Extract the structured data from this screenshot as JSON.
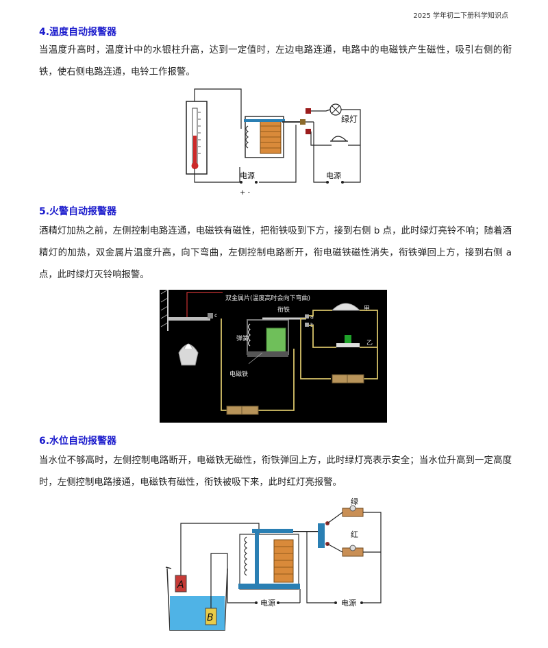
{
  "header": {
    "note": "2025 学年初二下册科学知识点"
  },
  "sections": [
    {
      "title": "4.温度自动报警器",
      "text": "当温度升高时，温度计中的水银柱升高，达到一定值时，左边电路连通，电路中的电磁铁产生磁性，吸引右侧的衔铁，使右侧电路连通，电铃工作报警。",
      "figure": {
        "green_lamp_label": "绿灯",
        "power_left_label": "电源",
        "power_right_label": "电源",
        "polarity_label": "+ -"
      }
    },
    {
      "title": "5.火警自动报警器",
      "text": "酒精灯加热之前，左侧控制电路连通，电磁铁有磁性，把衔铁吸到下方，接到右侧 b 点，此时绿灯亮铃不响；随着酒精灯的加热，双金属片温度升高，向下弯曲，左侧控制电路断开，衔电磁铁磁性消失，衔铁弹回上方，接到右侧 a 点，此时绿灯灭铃响报警。",
      "figure": {
        "bimetal_label": "双金属片(温度高时会向下弯曲)",
        "armature_label": "衔铁",
        "spring_label": "弹簧",
        "electromagnet_label": "电磁铁",
        "point_a": "a",
        "point_b": "b",
        "point_c": "c",
        "jia_label": "甲",
        "yi_label": "乙"
      }
    },
    {
      "title": "6.水位自动报警器",
      "text": "当水位不够高时，左侧控制电路断开，电磁铁无磁性，衔铁弹回上方，此时绿灯亮表示安全；当水位升高到一定高度时，左侧控制电路接通，电磁铁有磁性，衔铁被吸下来，此时红灯亮报警。",
      "figure": {
        "green_label": "绿",
        "red_label": "红",
        "power_left_label": "电源",
        "power_right_label": "电源",
        "electrode_a": "A",
        "electrode_b": "B"
      }
    }
  ]
}
